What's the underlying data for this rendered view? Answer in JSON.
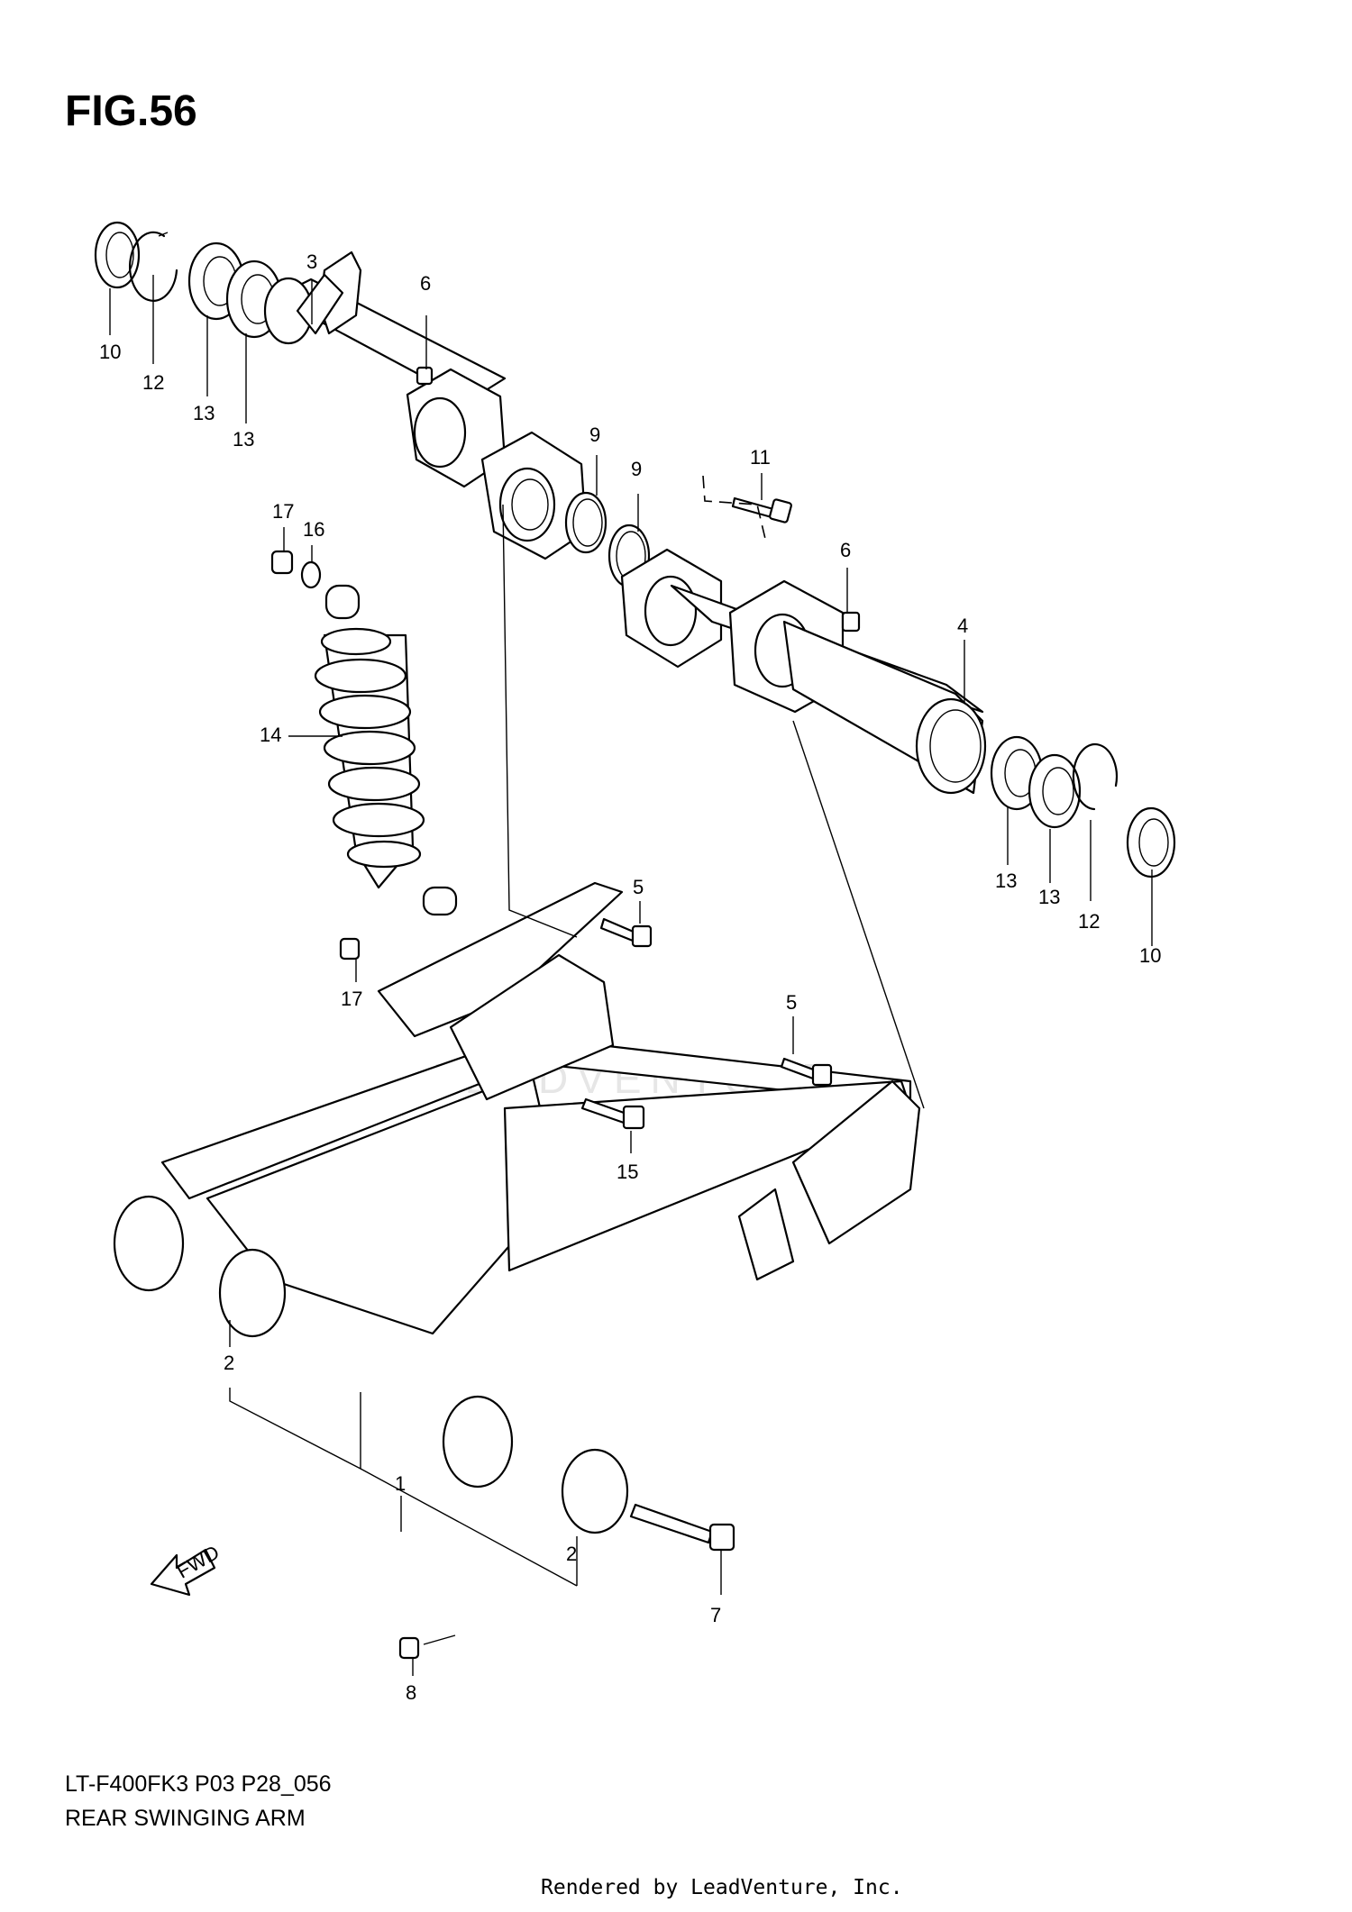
{
  "figure": {
    "title": "FIG.56"
  },
  "watermark": {
    "text": "LEADVENTURE"
  },
  "callouts": [
    {
      "id": "c10a",
      "label": "10"
    },
    {
      "id": "c12a",
      "label": "12"
    },
    {
      "id": "c13a",
      "label": "13"
    },
    {
      "id": "c13b",
      "label": "13"
    },
    {
      "id": "c3",
      "label": "3"
    },
    {
      "id": "c6a",
      "label": "6"
    },
    {
      "id": "c9a",
      "label": "9"
    },
    {
      "id": "c9b",
      "label": "9"
    },
    {
      "id": "c11",
      "label": "11"
    },
    {
      "id": "c6b",
      "label": "6"
    },
    {
      "id": "c17a",
      "label": "17"
    },
    {
      "id": "c16",
      "label": "16"
    },
    {
      "id": "c4",
      "label": "4"
    },
    {
      "id": "c14",
      "label": "14"
    },
    {
      "id": "c13c",
      "label": "13"
    },
    {
      "id": "c13d",
      "label": "13"
    },
    {
      "id": "c12b",
      "label": "12"
    },
    {
      "id": "c10b",
      "label": "10"
    },
    {
      "id": "c5a",
      "label": "5"
    },
    {
      "id": "c17b",
      "label": "17"
    },
    {
      "id": "c5b",
      "label": "5"
    },
    {
      "id": "c15",
      "label": "15"
    },
    {
      "id": "c2a",
      "label": "2"
    },
    {
      "id": "c1",
      "label": "1"
    },
    {
      "id": "c2b",
      "label": "2"
    },
    {
      "id": "c7",
      "label": "7"
    },
    {
      "id": "c8",
      "label": "8"
    }
  ],
  "fwd_label": "FWD",
  "footer": {
    "model_code": "LT-F400FK3 P03 P28_056",
    "caption": "REAR SWINGING ARM",
    "credit": "Rendered by LeadVenture, Inc."
  }
}
